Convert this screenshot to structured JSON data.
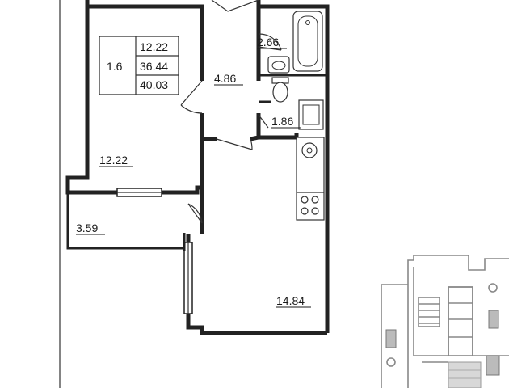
{
  "summary": {
    "apartment_code": "1.6",
    "living_area": "12.22",
    "total_area": "36.44",
    "total_area_with_balcony": "40.03"
  },
  "rooms": {
    "bedroom": "12.22",
    "hallway": "4.86",
    "bathroom": "2.66",
    "toilet": "1.86",
    "balcony": "3.59",
    "kitchen_living": "14.84"
  }
}
